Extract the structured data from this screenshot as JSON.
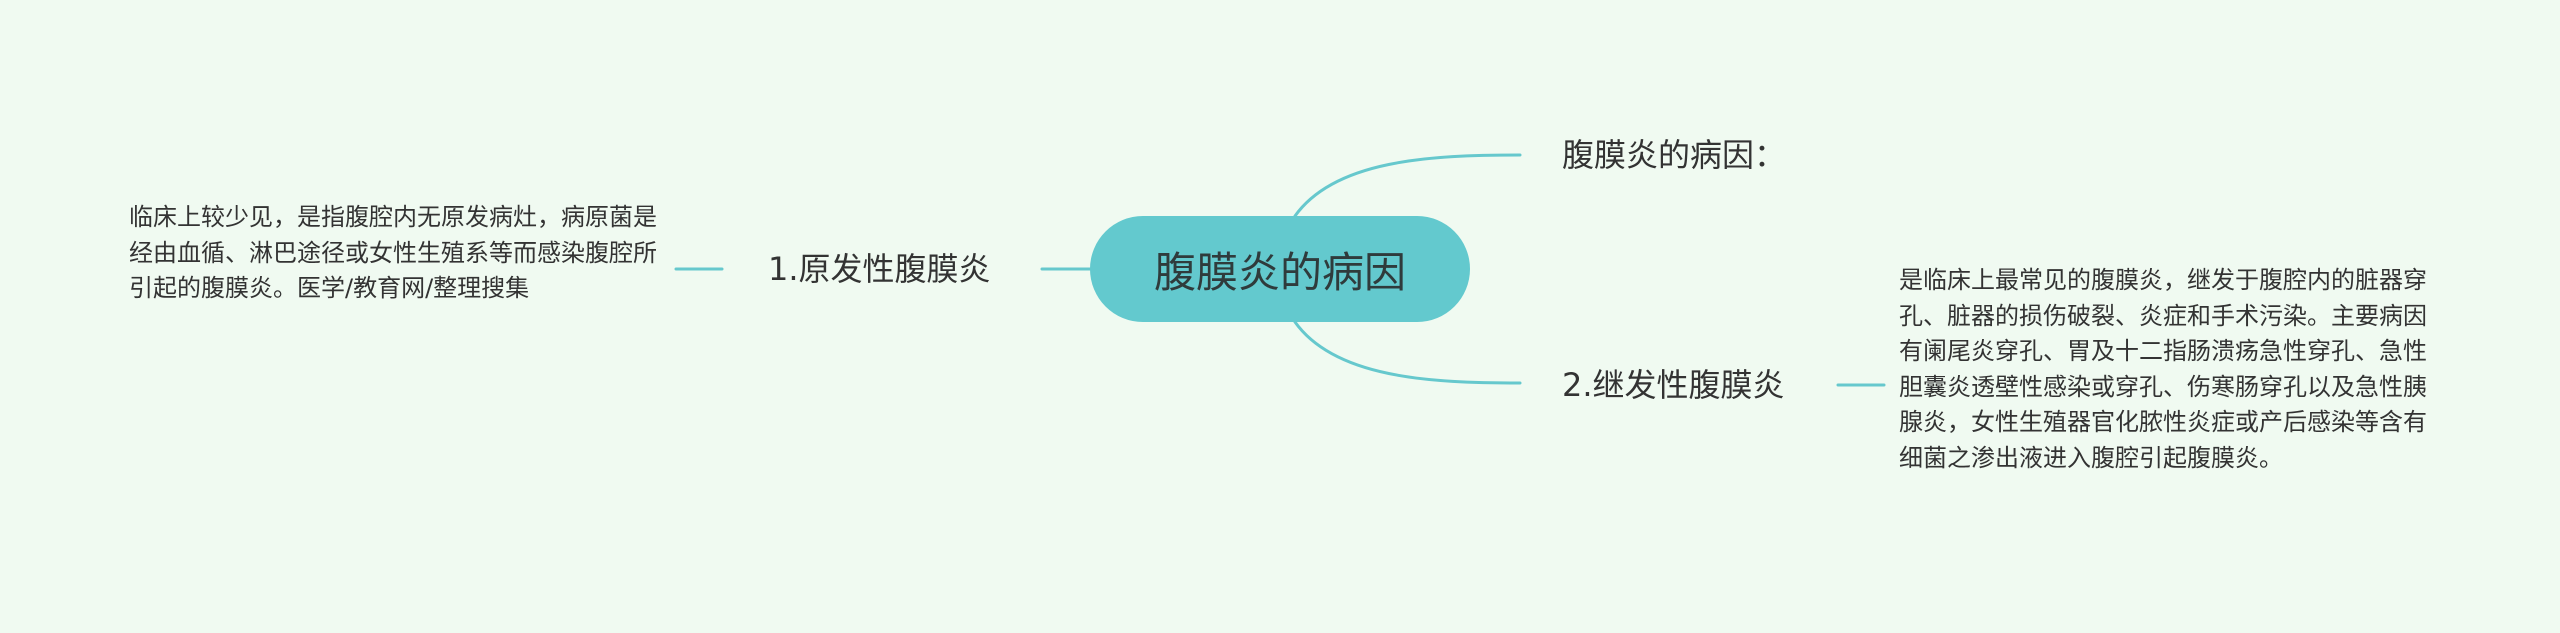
{
  "central_topic": "腹膜炎的病因",
  "branches": {
    "causes_heading": "腹膜炎的病因：",
    "primary": {
      "label": "1.原发性腹膜炎",
      "detail": "临床上较少见，是指腹腔内无原发病灶，病原菌是经由血循、淋巴途径或女性生殖系等而感染腹腔所引起的腹膜炎。医学/教育网/整理搜集"
    },
    "secondary": {
      "label": "2.继发性腹膜炎",
      "detail": "是临床上最常见的腹膜炎，继发于腹腔内的脏器穿孔、脏器的损伤破裂、炎症和手术污染。主要病因有阑尾炎穿孔、胃及十二指肠溃疡急性穿孔、急性胆囊炎透壁性感染或穿孔、伤寒肠穿孔以及急性胰腺炎，女性生殖器官化脓性炎症或产后感染等含有细菌之渗出液进入腹腔引起腹膜炎。"
    }
  },
  "colors": {
    "background": "#f0faf1",
    "central_fill": "#63c9ce",
    "connector": "#66c8cd",
    "text": "#333333"
  }
}
